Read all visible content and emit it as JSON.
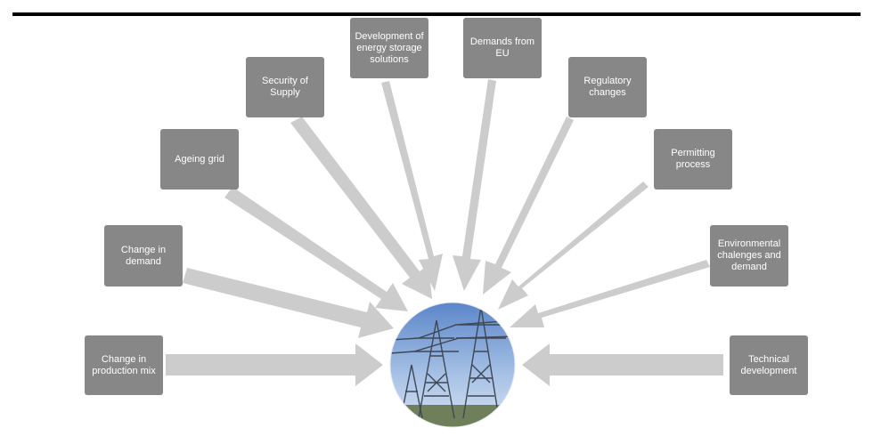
{
  "colors": {
    "box_fill": "#878787",
    "box_text": "#ffffff",
    "arrow_fill": "#cccccc",
    "top_rule": "#000000"
  },
  "center": {
    "image": "power-transmission-towers-photo"
  },
  "drivers": [
    {
      "id": "production-mix",
      "label": "Change in production mix"
    },
    {
      "id": "demand",
      "label": "Change in demand"
    },
    {
      "id": "ageing-grid",
      "label": "Ageing grid"
    },
    {
      "id": "security-of-supply",
      "label": "Security of Supply"
    },
    {
      "id": "energy-storage",
      "label": "Development of energy storage solutions"
    },
    {
      "id": "eu-demands",
      "label": "Demands from EU"
    },
    {
      "id": "regulatory",
      "label": "Regulatory changes"
    },
    {
      "id": "permitting",
      "label": "Permitting process"
    },
    {
      "id": "environmental",
      "label": "Environmental chalenges and demand"
    },
    {
      "id": "technical",
      "label": "Technical development"
    }
  ]
}
